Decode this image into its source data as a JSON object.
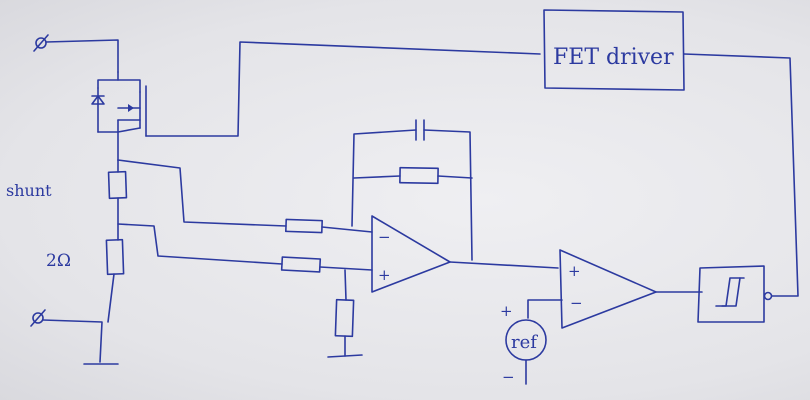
{
  "labels": {
    "fet_driver": "FET driver",
    "shunt": "shunt",
    "resistor_2ohm": "2Ω",
    "ref": "ref",
    "opamp_minus": "−",
    "opamp_plus": "+",
    "comp_plus": "+",
    "comp_minus": "−",
    "ref_plus": "+",
    "ref_minus": "−"
  },
  "colors": {
    "ink": "#2c3aa0",
    "paper": "#e6e6e9"
  }
}
